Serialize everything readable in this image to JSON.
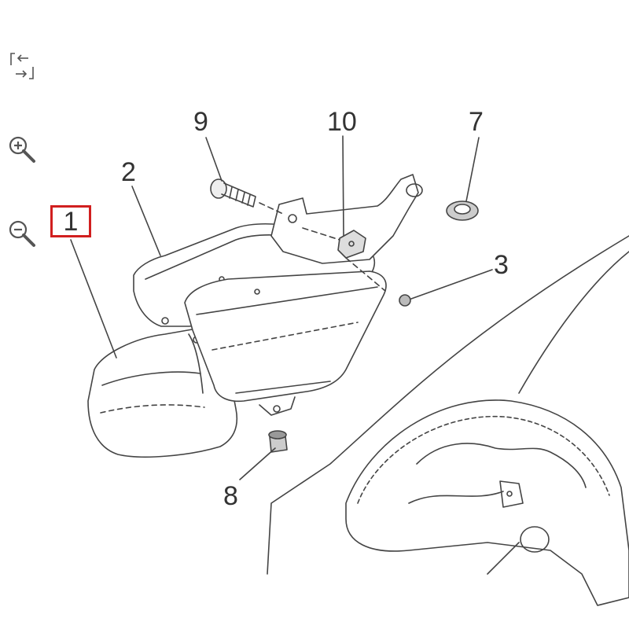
{
  "toolbar": {
    "tools": [
      {
        "icon": "expand-arrows-icon",
        "tooltip": ""
      },
      {
        "icon": "zoom-in-icon",
        "tooltip": ""
      },
      {
        "icon": "zoom-out-icon",
        "tooltip": ""
      }
    ]
  },
  "callouts": {
    "part_1": "1",
    "part_2": "2",
    "part_3": "3",
    "part_7": "7",
    "part_8": "8",
    "part_9": "9",
    "part_10": "10"
  },
  "selected_part": "1",
  "colors": {
    "line": "#333333",
    "highlight": "#d11f1f",
    "background": "#ffffff"
  }
}
